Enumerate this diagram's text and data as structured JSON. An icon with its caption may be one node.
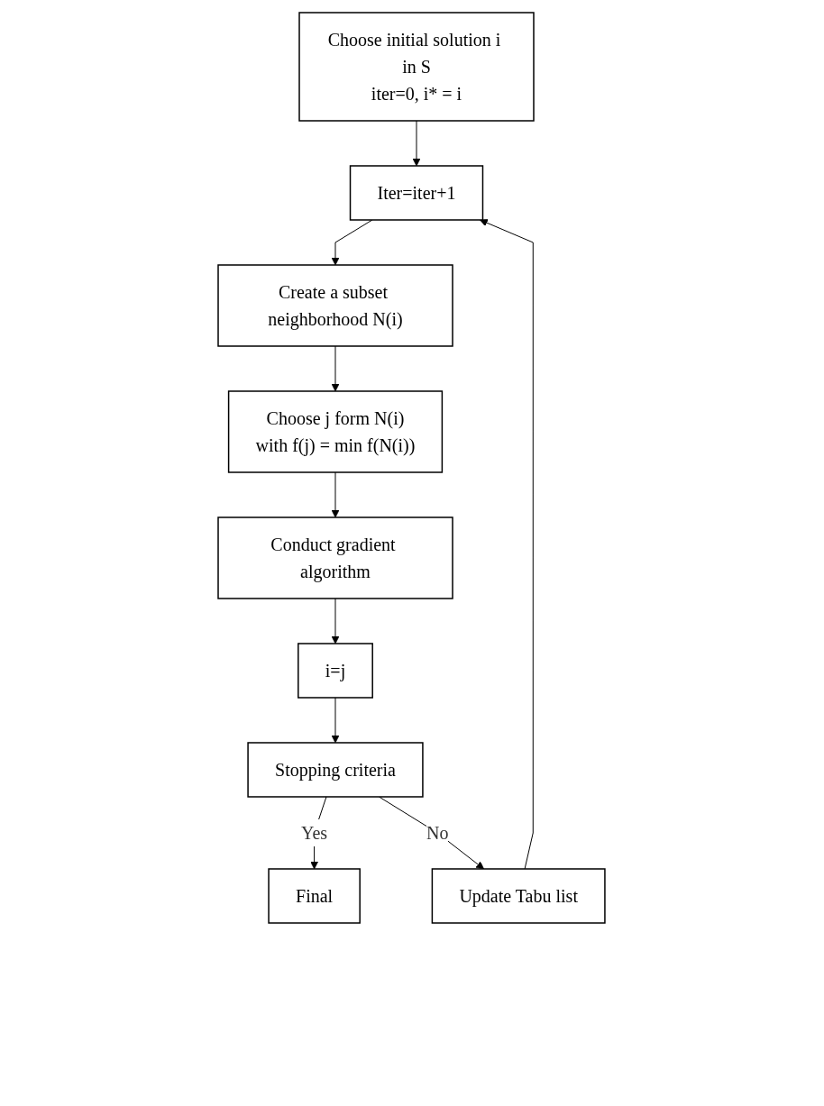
{
  "diagram": {
    "nodes": [
      {
        "text": [
          "Choose initial solution i in S",
          "iter=0, i* = i"
        ]
      },
      {
        "text": [
          "Iter=iter+1"
        ]
      },
      {
        "text": [
          "Create a subset neighborhood N(i)"
        ]
      },
      {
        "text": [
          "Choose j form N(i)",
          "with f(j) = min f(N(i))"
        ]
      },
      {
        "text": [
          "Conduct gradient algorithm"
        ]
      },
      {
        "text": [
          "i=j"
        ]
      },
      {
        "text": [
          "Stopping criteria"
        ]
      },
      {
        "text": [
          "Final"
        ]
      },
      {
        "text": [
          "Update Tabu list"
        ]
      }
    ],
    "edges": [
      {
        "from": 0,
        "to": 1,
        "arrow": "to"
      },
      {
        "from": 1,
        "to": 2,
        "arrow": "to"
      },
      {
        "from": 2,
        "to": 3,
        "arrow": "to"
      },
      {
        "from": 3,
        "to": 4,
        "arrow": "to"
      },
      {
        "from": 4,
        "to": 5,
        "arrow": "to"
      },
      {
        "from": 5,
        "to": 6,
        "arrow": "to"
      },
      {
        "from": 6,
        "to": 7,
        "arrow": "to",
        "label": "Yes"
      },
      {
        "from": 6,
        "to": 8,
        "arrow": "to",
        "label": "No"
      },
      {
        "from": 8,
        "to": 1,
        "arrow": "to"
      }
    ]
  }
}
